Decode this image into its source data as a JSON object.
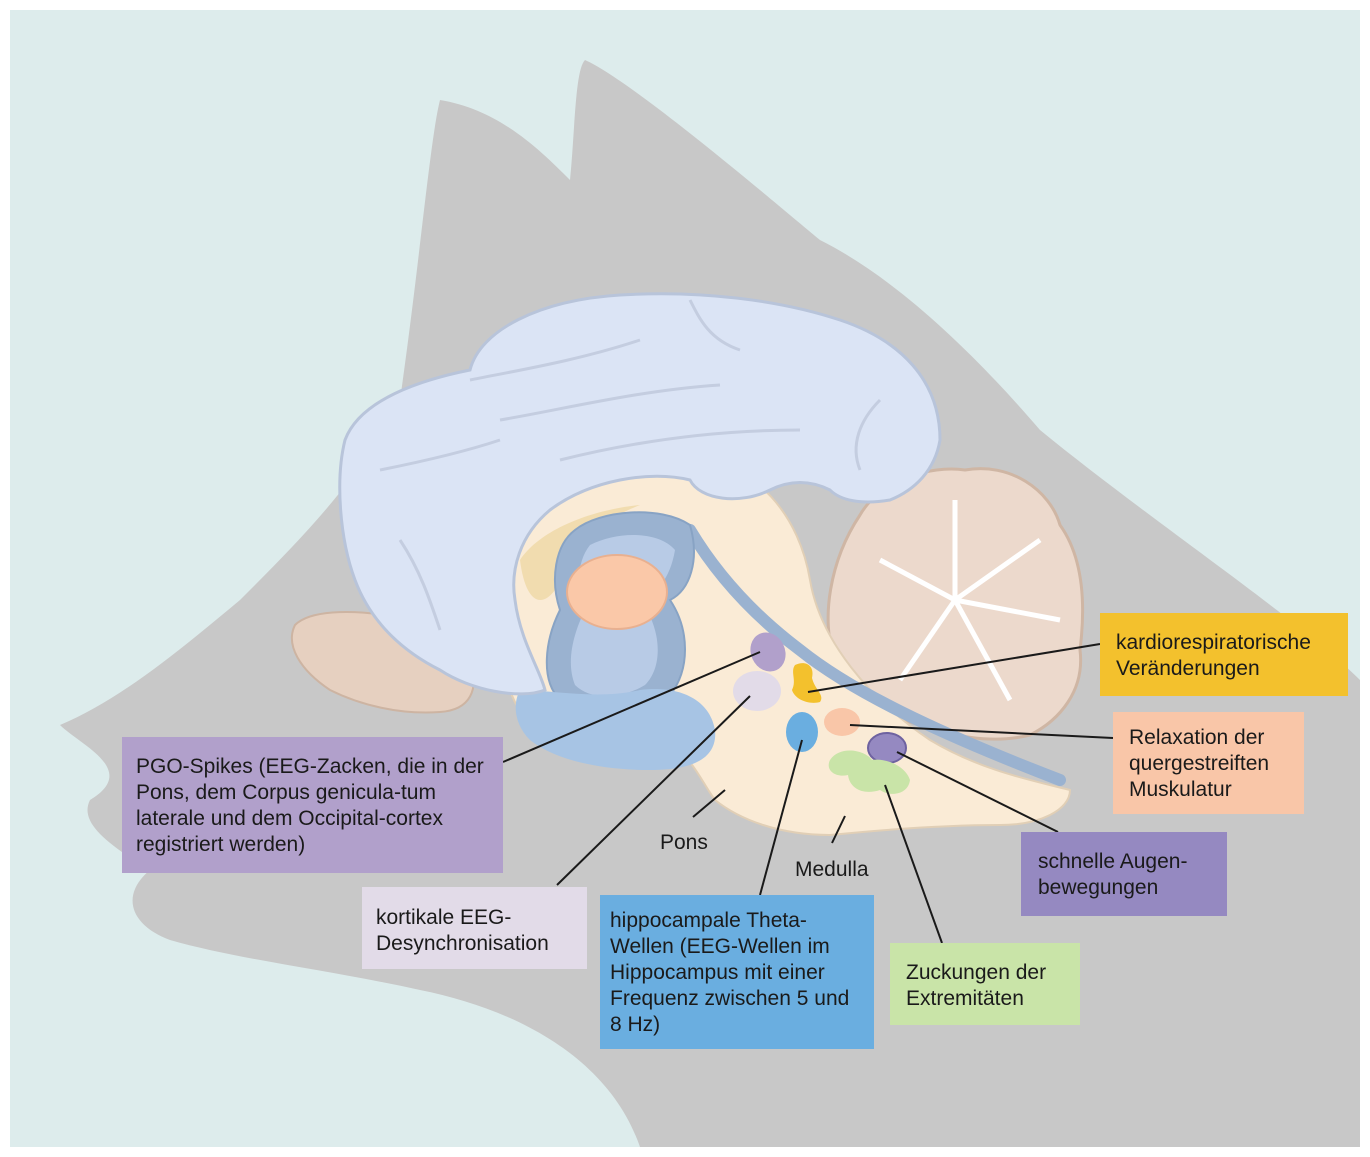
{
  "labels": {
    "pgo": "PGO-Spikes (EEG-Zacken, die in der Pons, dem Corpus genicula-tum laterale und dem Occipital-cortex registriert werden)",
    "kortikal": "kortikale EEG-Desynchronisation",
    "theta": "hippocampale Theta-Wellen (EEG-Wellen im Hippocampus mit einer Frequenz zwischen 5 und 8 Hz)",
    "zuckungen": "Zuckungen der Extremitäten",
    "augen": "schnelle Augen-bewegungen",
    "relaxation": "Relaxation der quergestreiften Muskulatur",
    "kardio": "kardiorespiratorische Veränderungen",
    "pons": "Pons",
    "medulla": "Medulla"
  },
  "colors": {
    "sky": "#ddecec",
    "head": "#c8c8c8",
    "cortex": "#dbe4f5",
    "brainstem": "#faebd6",
    "cerebellum": "#ecd9cc",
    "olfactory": "#e6d0c0",
    "ventricle": "#9ab2d0",
    "thalamus": "#fac8a8",
    "pgo": "#b1a0cb",
    "kortikal": "#e2dbe8",
    "theta": "#6aaee0",
    "zuckungen": "#c9e4a8",
    "augen": "#9589c1",
    "relaxation": "#f9c6a8",
    "kardio": "#f3c12d"
  }
}
